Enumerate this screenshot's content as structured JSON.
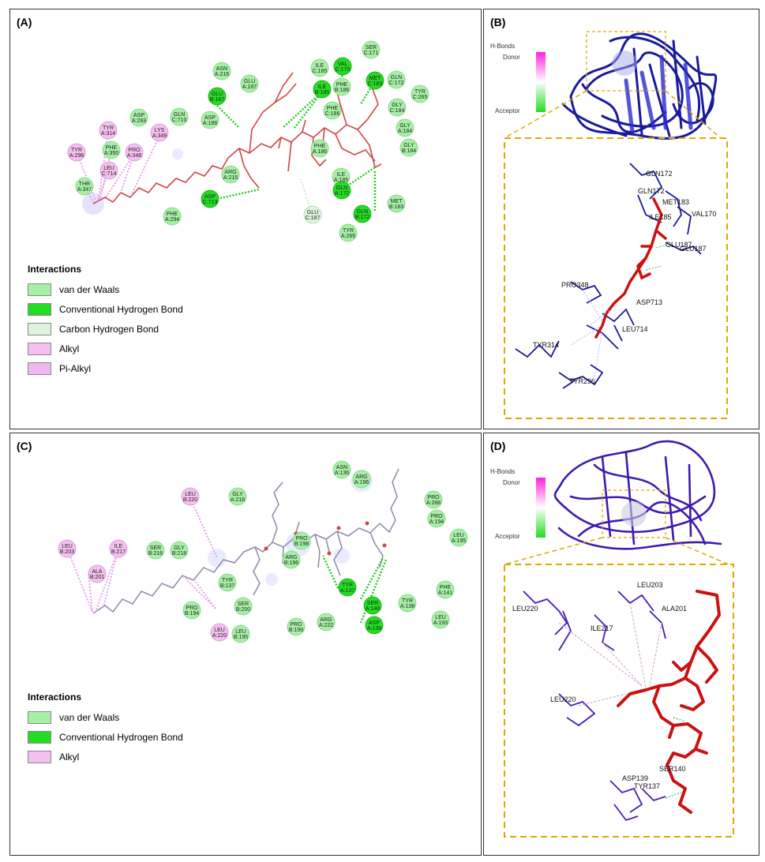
{
  "panels": {
    "a": {
      "label": "(A)"
    },
    "b": {
      "label": "(B)"
    },
    "c": {
      "label": "(C)"
    },
    "d": {
      "label": "(D)"
    }
  },
  "colors": {
    "vdw": "#a6f0a6",
    "conv_hbond": "#22dd22",
    "carbon_hbond": "#dcf5dc",
    "alkyl": "#f5c0f0",
    "pi_alkyl": "#f0b8f0",
    "ligand_a": "#d34545",
    "ligand_3d": "#cc1111",
    "protein": "#1a1a9c",
    "protein_d": "#3f1ab0",
    "box": "#e0a800"
  },
  "legend_a": {
    "title": "Interactions",
    "items": [
      {
        "label": "van der Waals",
        "color": "#a6f0a6"
      },
      {
        "label": "Conventional Hydrogen Bond",
        "color": "#22dd22"
      },
      {
        "label": "Carbon Hydrogen Bond",
        "color": "#dcf5dc"
      },
      {
        "label": "Alkyl",
        "color": "#f5c0f0"
      },
      {
        "label": "Pi-Alkyl",
        "color": "#f0b8f0"
      }
    ]
  },
  "legend_c": {
    "title": "Interactions",
    "items": [
      {
        "label": "van der Waals",
        "color": "#a6f0a6"
      },
      {
        "label": "Conventional Hydrogen Bond",
        "color": "#22dd22"
      },
      {
        "label": "Alkyl",
        "color": "#f5c0f0"
      }
    ]
  },
  "hbond_key": {
    "title": "H-Bonds",
    "donor": "Donor",
    "acceptor": "Acceptor"
  },
  "residues_a": [
    {
      "l1": "ASN",
      "l2": "A:216",
      "type": "vdw"
    },
    {
      "l1": "GLU",
      "l2": "A:187",
      "type": "vdw"
    },
    {
      "l1": "GLU",
      "l2": "B:167",
      "type": "hb"
    },
    {
      "l1": "ASP",
      "l2": "A:188",
      "type": "vdw"
    },
    {
      "l1": "GLN",
      "l2": "C:710",
      "type": "vdw"
    },
    {
      "l1": "ASP",
      "l2": "A:293",
      "type": "vdw"
    },
    {
      "l1": "LYS",
      "l2": "A:349",
      "type": "alkyl"
    },
    {
      "l1": "TYR",
      "l2": "A:314",
      "type": "alkyl"
    },
    {
      "l1": "TYR",
      "l2": "A:296",
      "type": "alkyl"
    },
    {
      "l1": "PHE",
      "l2": "A:350",
      "type": "vdw"
    },
    {
      "l1": "PRO",
      "l2": "A:348",
      "type": "alkyl"
    },
    {
      "l1": "LEU",
      "l2": "C:714",
      "type": "alkyl"
    },
    {
      "l1": "THR",
      "l2": "A:347",
      "type": "vdw"
    },
    {
      "l1": "ARG",
      "l2": "A:215",
      "type": "vdw"
    },
    {
      "l1": "ASP",
      "l2": "C:713",
      "type": "hb"
    },
    {
      "l1": "PHE",
      "l2": "A:294",
      "type": "vdw"
    },
    {
      "l1": "ILE",
      "l2": "C:185",
      "type": "vdw"
    },
    {
      "l1": "VAL",
      "l2": "C:170",
      "type": "hb"
    },
    {
      "l1": "SER",
      "l2": "C:171",
      "type": "vdw"
    },
    {
      "l1": "ILE",
      "l2": "B:185",
      "type": "hb"
    },
    {
      "l1": "PHE",
      "l2": "B:186",
      "type": "vdw"
    },
    {
      "l1": "MET",
      "l2": "C:183",
      "type": "hb"
    },
    {
      "l1": "GLN",
      "l2": "C:172",
      "type": "vdw"
    },
    {
      "l1": "TYR",
      "l2": "C:265",
      "type": "vdw"
    },
    {
      "l1": "GLY",
      "l2": "C:184",
      "type": "vdw"
    },
    {
      "l1": "PHE",
      "l2": "C:186",
      "type": "vdw"
    },
    {
      "l1": "GLY",
      "l2": "A:184",
      "type": "vdw"
    },
    {
      "l1": "PHE",
      "l2": "A:186",
      "type": "vdw"
    },
    {
      "l1": "GLY",
      "l2": "B:184",
      "type": "vdw"
    },
    {
      "l1": "ILE",
      "l2": "A:185",
      "type": "vdw"
    },
    {
      "l1": "GLN",
      "l2": "A:172",
      "type": "hb"
    },
    {
      "l1": "MET",
      "l2": "B:183",
      "type": "vdw"
    },
    {
      "l1": "GLU",
      "l2": "C:187",
      "type": "carbon"
    },
    {
      "l1": "GLN",
      "l2": "B:172",
      "type": "hb"
    },
    {
      "l1": "TYR",
      "l2": "A:265",
      "type": "vdw"
    }
  ],
  "residues_c": [
    {
      "l1": "ASN",
      "l2": "A:136",
      "type": "vdw"
    },
    {
      "l1": "ARG",
      "l2": "A:196",
      "type": "vdw"
    },
    {
      "l1": "LEU",
      "l2": "B:220",
      "type": "alkyl"
    },
    {
      "l1": "GLY",
      "l2": "A:218",
      "type": "vdw"
    },
    {
      "l1": "PRO",
      "l2": "A:288",
      "type": "vdw"
    },
    {
      "l1": "PRO",
      "l2": "A:194",
      "type": "vdw"
    },
    {
      "l1": "LEU",
      "l2": "A:195",
      "type": "vdw"
    },
    {
      "l1": "LEU",
      "l2": "B:203",
      "type": "alkyl"
    },
    {
      "l1": "ILE",
      "l2": "B:217",
      "type": "alkyl"
    },
    {
      "l1": "SER",
      "l2": "B:216",
      "type": "vdw"
    },
    {
      "l1": "GLY",
      "l2": "B:218",
      "type": "vdw"
    },
    {
      "l1": "PRO",
      "l2": "B:198",
      "type": "vdw"
    },
    {
      "l1": "ARG",
      "l2": "B:196",
      "type": "vdw"
    },
    {
      "l1": "ALA",
      "l2": "B:201",
      "type": "alkyl"
    },
    {
      "l1": "TYR",
      "l2": "B:137",
      "type": "vdw"
    },
    {
      "l1": "TYR",
      "l2": "A:137",
      "type": "hb"
    },
    {
      "l1": "SER",
      "l2": "A:140",
      "type": "hb"
    },
    {
      "l1": "TYR",
      "l2": "A:138",
      "type": "vdw"
    },
    {
      "l1": "PHE",
      "l2": "A:141",
      "type": "vdw"
    },
    {
      "l1": "PRO",
      "l2": "B:194",
      "type": "vdw"
    },
    {
      "l1": "SER",
      "l2": "B:200",
      "type": "vdw"
    },
    {
      "l1": "LEU",
      "l2": "A:220",
      "type": "alkyl"
    },
    {
      "l1": "LEU",
      "l2": "B:195",
      "type": "vdw"
    },
    {
      "l1": "PRO",
      "l2": "B:199",
      "type": "vdw"
    },
    {
      "l1": "ARG",
      "l2": "A:222",
      "type": "vdw"
    },
    {
      "l1": "ASP",
      "l2": "A:139",
      "type": "hb"
    },
    {
      "l1": "LEU",
      "l2": "A:193",
      "type": "vdw"
    }
  ],
  "labels_b": [
    "GLN172",
    "GLN172",
    "MET183",
    "ILE185",
    "VAL170",
    "GLU187",
    "GLU187",
    "PRO348",
    "ASP713",
    "LEU714",
    "TYR314",
    "TYR296"
  ],
  "labels_d": [
    "LEU203",
    "LEU220",
    "ALA201",
    "ILE217",
    "LEU220",
    "SER140",
    "ASP139",
    "TYR137"
  ]
}
